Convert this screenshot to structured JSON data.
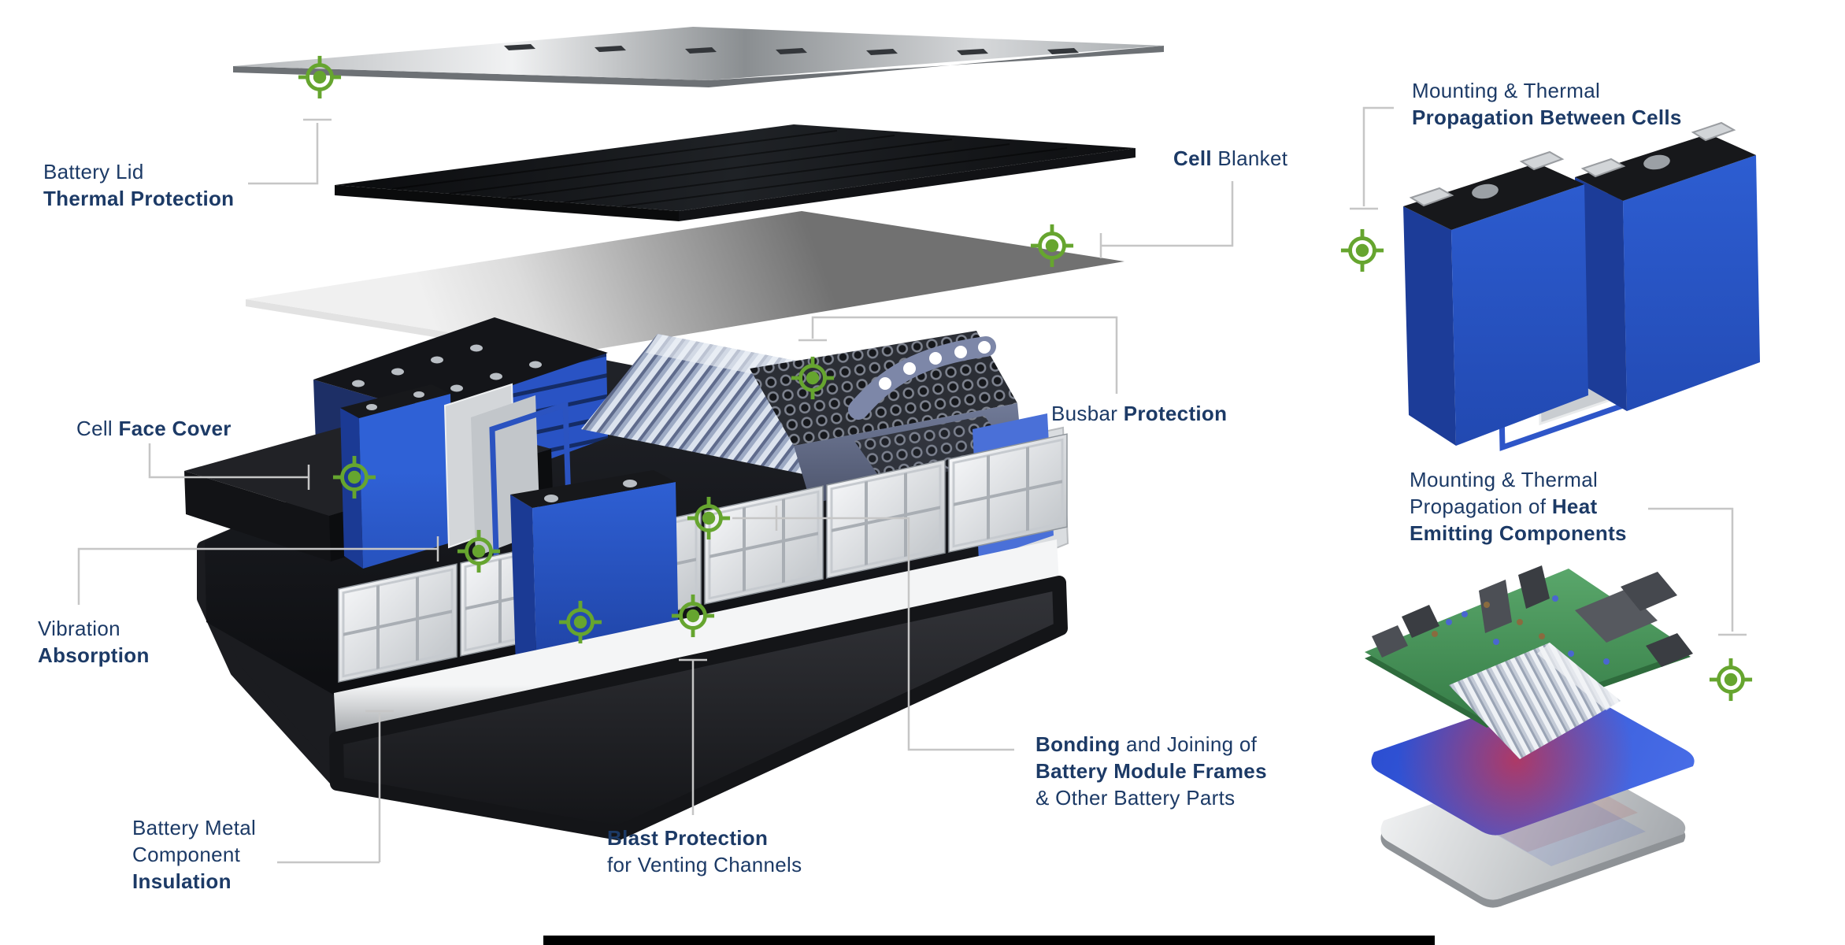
{
  "title": "EV battery pack thermal & protection applications diagram",
  "colors": {
    "accent_green": "#66a52f",
    "label_navy": "#1c3a66",
    "leader_gray": "#c6c6c6",
    "cell_blue": "#2b57cc",
    "pad_blue": "#3a5de0",
    "heat_red": "#c23352",
    "board_green": "#4a9a5f",
    "metal_silver": "#c9ccce",
    "bottom_bar": "#000000"
  },
  "icons": {
    "target": "target-crosshair-icon"
  },
  "labels": {
    "battery_lid": {
      "line1": "Battery Lid",
      "line2": "Thermal Protection"
    },
    "cell_blanket": {
      "bold": "Cell",
      "regular": " Blanket"
    },
    "cell_face_cover": {
      "regular": "Cell ",
      "bold": "Face Cover"
    },
    "vibration": {
      "line1": "Vibration",
      "line2": "Absorption"
    },
    "battery_metal": {
      "line1": "Battery Metal",
      "line2": "Component",
      "line3": "Insulation"
    },
    "blast": {
      "line1": "Blast Protection",
      "line2": "for Venting Channels"
    },
    "bonding": {
      "line1_bold": "Bonding",
      "line1_rest": " and Joining of",
      "line2": "Battery Module Frames",
      "line3": "& Other Battery Parts"
    },
    "busbar": {
      "regular": "Busbar ",
      "bold": "Protection"
    },
    "mounting_cells": {
      "line1": "Mounting & Thermal",
      "line2": "Propagation Between Cells"
    },
    "heat_emitting": {
      "line1": "Mounting & Thermal",
      "line2_regular": "Propagation of ",
      "line2_bold": "Heat",
      "line3": "Emitting Components"
    }
  }
}
